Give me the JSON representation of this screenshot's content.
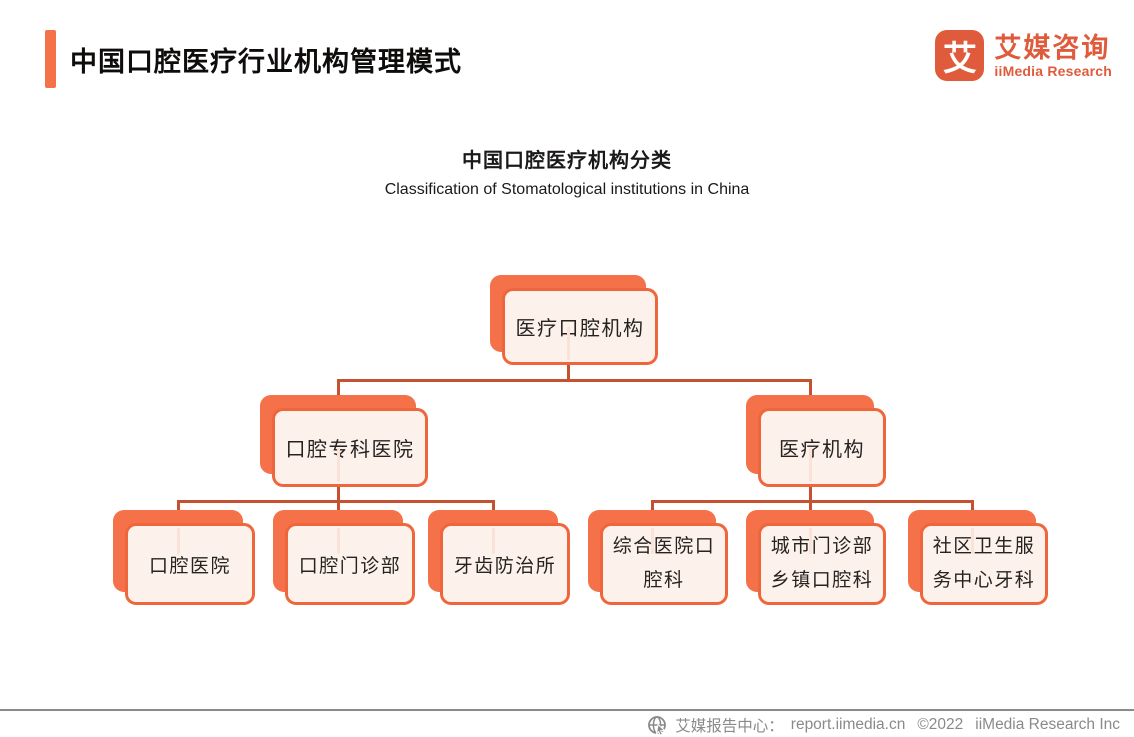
{
  "header": {
    "title": "中国口腔医疗行业机构管理模式",
    "logo": {
      "mark": "艾",
      "name_cn": "艾媒咨询",
      "name_en": "iiMedia Research"
    }
  },
  "chart": {
    "title": "中国口腔医疗机构分类",
    "subtitle": "Classification of Stomatological institutions in China"
  },
  "tree": {
    "root": {
      "label": "医疗口腔机构"
    },
    "branches": [
      {
        "label": "口腔专科医院",
        "children": [
          {
            "label": "口腔医院"
          },
          {
            "label": "口腔门诊部"
          },
          {
            "label": "牙齿防治所"
          }
        ]
      },
      {
        "label": "医疗机构",
        "children": [
          {
            "label": "综合医院口腔科"
          },
          {
            "label": "城市门诊部乡镇口腔科"
          },
          {
            "label": "社区卫生服务中心牙科"
          }
        ]
      }
    ]
  },
  "footer": {
    "source_label": "艾媒报告中心：",
    "url": "report.iimedia.cn",
    "copyright": "©2022",
    "company": "iiMedia Research Inc"
  },
  "colors": {
    "accent": "#F4714A",
    "box_border": "#F0663C",
    "box_fill": "#FDF2EB",
    "connector": "#C4512F",
    "logo": "#DF5B3C",
    "footer_gray": "#8A8A8A"
  }
}
